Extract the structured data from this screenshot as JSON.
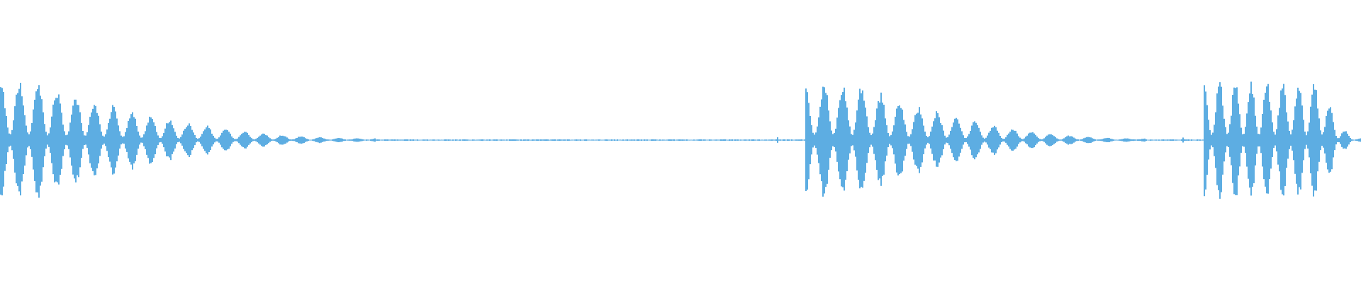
{
  "waveform": {
    "color": "#5dade2",
    "background": "#ffffff",
    "bursts": [
      {
        "start": 0.0,
        "end": 0.276,
        "peak": 0.9,
        "pulses": 20,
        "decay_from": 0.1
      },
      {
        "start": 0.591,
        "end": 0.841,
        "peak": 0.87,
        "pulses": 18,
        "decay_from": 0.15
      },
      {
        "start": 0.884,
        "end": 1.0,
        "peak": 0.88,
        "pulses": 10,
        "decay_from": 0.75
      }
    ],
    "blips": [
      0.571,
      0.869
    ],
    "noise_floor": 0.008
  }
}
